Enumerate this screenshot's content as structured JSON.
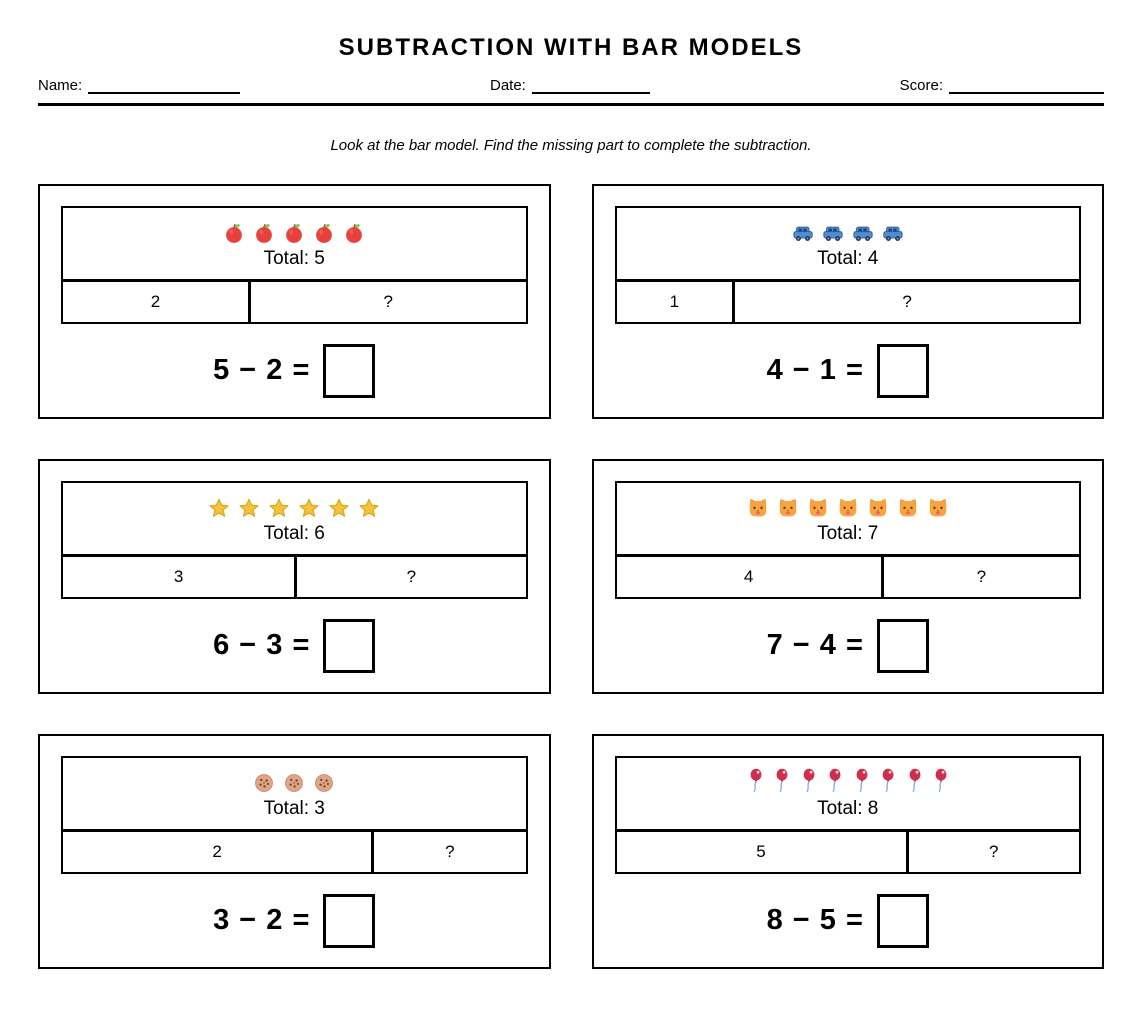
{
  "page": {
    "title": "SUBTRACTION WITH BAR MODELS",
    "name_label": "Name:",
    "date_label": "Date:",
    "score_label": "Score:",
    "instruction": "Look at the bar model. Find the missing part to complete the subtraction."
  },
  "colors": {
    "text": "#000000",
    "background": "#ffffff",
    "apple_red": "#e8413c",
    "apple_leaf": "#8bc34a",
    "apple_stem": "#795548",
    "car_blue": "#4f8fd0",
    "car_outline": "#2c5aa0",
    "car_window": "#1f3f77",
    "car_wheel": "#27325e",
    "star_gold": "#f2c13d",
    "star_edge": "#d9a514",
    "cat_orange": "#f9a43f",
    "cat_ear_edge": "#ef8f2f",
    "cat_mouth": "#ef5d73",
    "cat_eye": "#4e342e",
    "cookie_tan": "#dfa588",
    "cookie_edge": "#c98a66",
    "chip_brown": "#7a4526",
    "balloon_red": "#d02e4c",
    "balloon_knot": "#b02440",
    "string_blue": "#7aa0d4"
  },
  "problems": [
    {
      "icon": "apple-icon",
      "total": 5,
      "known": 2,
      "total_label": "Total: 5",
      "known_part": "2",
      "missing_part": "?",
      "equation": "5 − 2 ="
    },
    {
      "icon": "car-icon",
      "total": 4,
      "known": 1,
      "total_label": "Total: 4",
      "known_part": "1",
      "missing_part": "?",
      "equation": "4 − 1 ="
    },
    {
      "icon": "star-icon",
      "total": 6,
      "known": 3,
      "total_label": "Total: 6",
      "known_part": "3",
      "missing_part": "?",
      "equation": "6 − 3 ="
    },
    {
      "icon": "cat-icon",
      "total": 7,
      "known": 4,
      "total_label": "Total: 7",
      "known_part": "4",
      "missing_part": "?",
      "equation": "7 − 4 ="
    },
    {
      "icon": "cookie-icon",
      "total": 3,
      "known": 2,
      "total_label": "Total: 3",
      "known_part": "2",
      "missing_part": "?",
      "equation": "3 − 2 ="
    },
    {
      "icon": "balloon-icon",
      "total": 8,
      "known": 5,
      "total_label": "Total: 8",
      "known_part": "5",
      "missing_part": "?",
      "equation": "8 − 5 ="
    }
  ]
}
